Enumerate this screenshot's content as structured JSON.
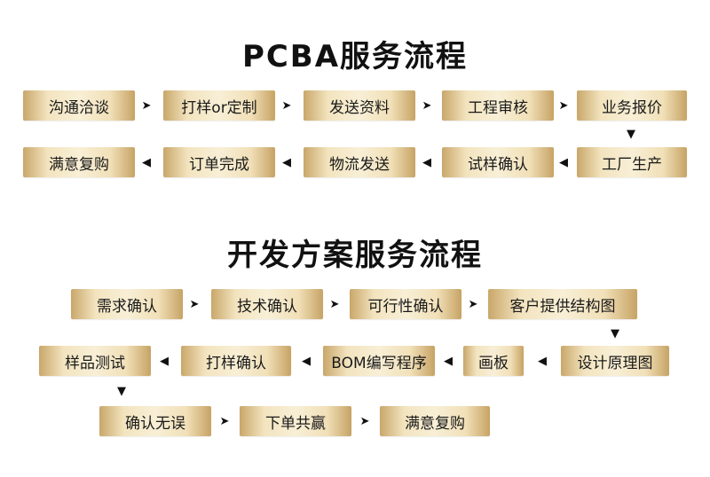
{
  "pcba": {
    "title": "PCBA服务流程",
    "steps": [
      "沟通洽谈",
      "打样or定制",
      "发送资料",
      "工程审核",
      "业务报价",
      "工厂生产",
      "试样确认",
      "物流发送",
      "订单完成",
      "满意复购"
    ]
  },
  "dev": {
    "title": "开发方案服务流程",
    "steps": [
      "需求确认",
      "技术确认",
      "可行性确认",
      "客户提供结构图",
      "设计原理图",
      "画板",
      "BOM编写程序",
      "打样确认",
      "样品测试",
      "确认无误",
      "下单共赢",
      "满意复购"
    ]
  },
  "colors": {
    "box_edge": "#c9a76a",
    "box_center": "#f8efd6",
    "text": "#111111"
  },
  "icons": {
    "right": "arrow-right-icon",
    "left": "arrow-left-icon",
    "down": "arrow-down-icon"
  },
  "glyphs": {
    "right": "➤",
    "left": "◀",
    "down": "▼"
  }
}
